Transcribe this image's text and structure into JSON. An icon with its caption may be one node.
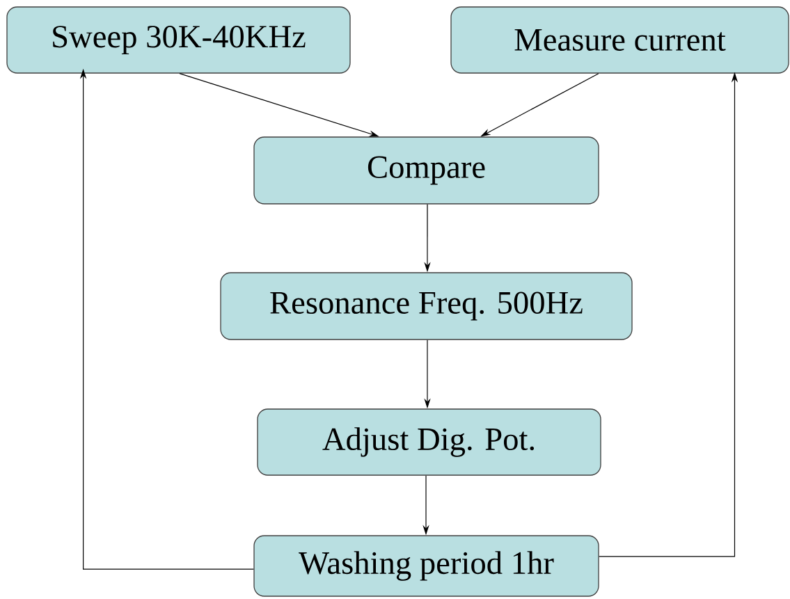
{
  "diagram": {
    "nodes": [
      {
        "text": [
          "Sweep 30K-40KHz"
        ]
      },
      {
        "text": [
          "Measure current"
        ]
      },
      {
        "text": [
          "Compare"
        ]
      },
      {
        "text": [
          "Resonance Freq. 500Hz"
        ]
      },
      {
        "text": [
          "Adjust Dig. Pot."
        ]
      },
      {
        "text": [
          "Washing period 1hr"
        ]
      }
    ],
    "edges": [
      {
        "from": 0,
        "to": 2,
        "arrow": "to"
      },
      {
        "from": 1,
        "to": 2,
        "arrow": "to"
      },
      {
        "from": 2,
        "to": 3,
        "arrow": "to"
      },
      {
        "from": 3,
        "to": 4,
        "arrow": "to"
      },
      {
        "from": 4,
        "to": 5,
        "arrow": "to"
      },
      {
        "from": 5,
        "to": 0,
        "arrow": "to"
      },
      {
        "from": 5,
        "to": 1,
        "arrow": "to"
      }
    ]
  }
}
